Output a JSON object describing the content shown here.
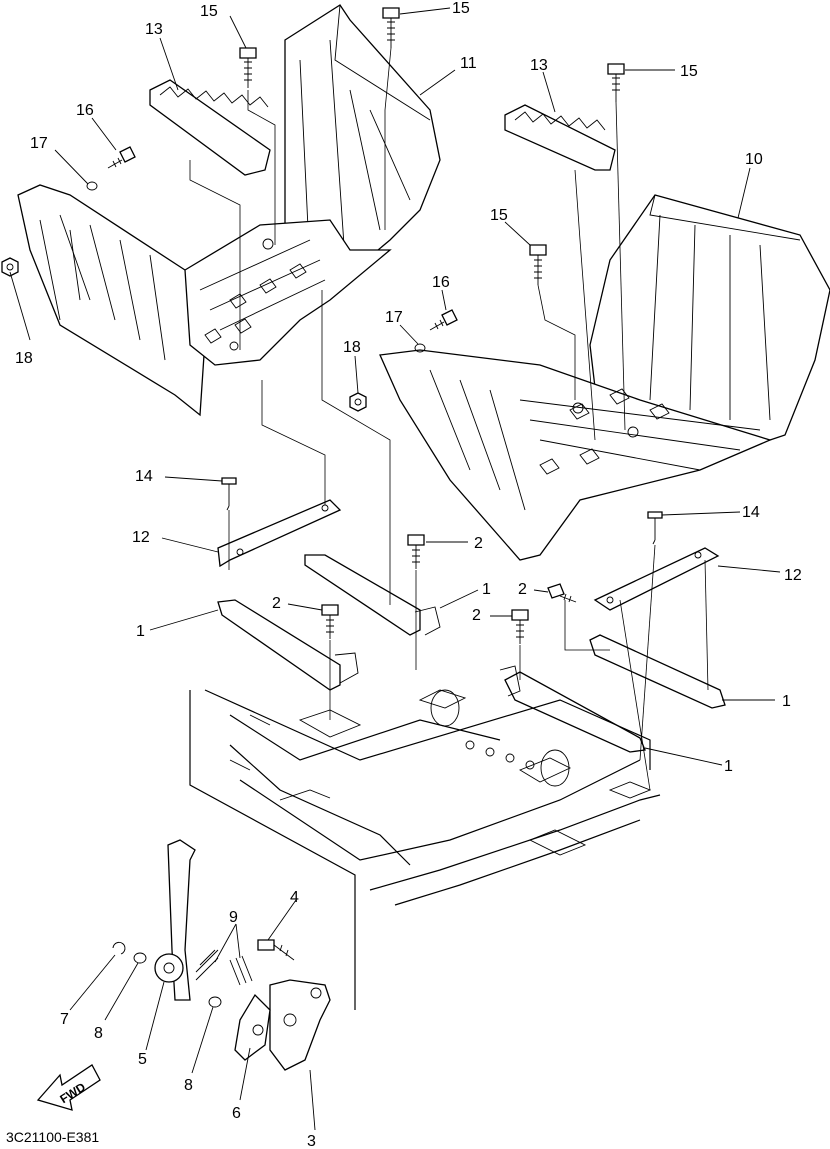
{
  "callouts": [
    "1",
    "2",
    "3",
    "4",
    "5",
    "6",
    "7",
    "8",
    "9",
    "10",
    "11",
    "12",
    "13",
    "14",
    "15",
    "16",
    "17",
    "18"
  ],
  "diagram_code": "3C21100-E381",
  "fwd_label": "FWD"
}
